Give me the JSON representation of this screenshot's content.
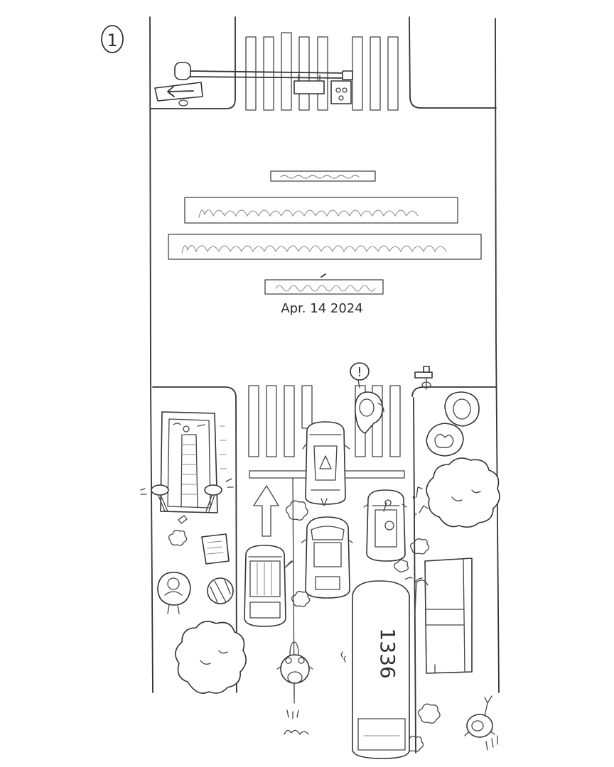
{
  "page": {
    "panel_number": "1",
    "date_text": "Apr. 14 2024"
  },
  "vehicles": {
    "bus_number": "1336"
  },
  "exclamation": "!",
  "colors": {
    "ink": "#333333",
    "paper": "#ffffff"
  },
  "icons": [
    "traffic-signal-icon",
    "left-arrow-sign-icon",
    "music-note-icon",
    "bicycle-icon",
    "bus-icon",
    "car-icon",
    "tree-icon",
    "person-icon"
  ]
}
